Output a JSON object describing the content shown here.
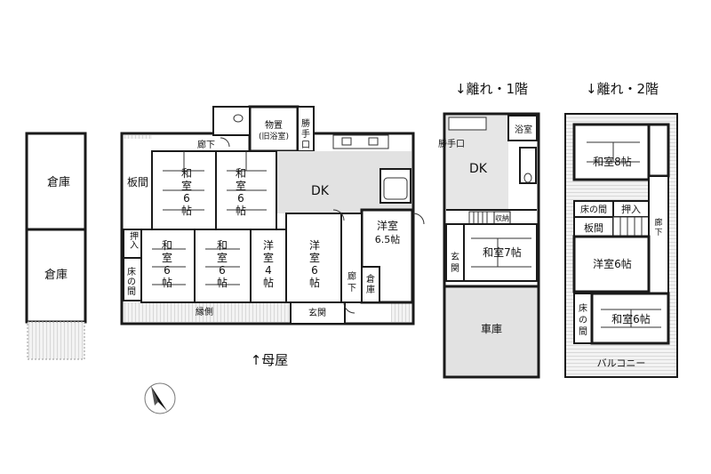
{
  "headings": {
    "main": "↑母屋",
    "annex1": "↓離れ・1階",
    "annex2": "↓離れ・2階"
  },
  "storage": {
    "top": "倉庫",
    "bottom": "倉庫"
  },
  "main_house": {
    "storage_old_bath_1": "物置",
    "storage_old_bath_2": "(旧浴室)",
    "kitchen_door_1": "勝",
    "kitchen_door_2": "手",
    "kitchen_door_3": "口",
    "corridor_top": "廊下",
    "itama": "板間",
    "washitsu_a_1": "和",
    "washitsu_a_2": "室",
    "washitsu_a_3": "6",
    "washitsu_a_4": "帖",
    "washitsu_b_1": "和",
    "washitsu_b_2": "室",
    "washitsu_b_3": "6",
    "washitsu_b_4": "帖",
    "dk": "DK",
    "oshiire": "押入",
    "tokonoma_1": "床",
    "tokonoma_2": "の",
    "tokonoma_3": "間",
    "washitsu_c_1": "和",
    "washitsu_c_2": "室",
    "washitsu_c_3": "6",
    "washitsu_c_4": "帖",
    "washitsu_d_1": "和",
    "washitsu_d_2": "室",
    "washitsu_d_3": "6",
    "washitsu_d_4": "帖",
    "youshitsu4_1": "洋",
    "youshitsu4_2": "室",
    "youshitsu4_3": "4",
    "youshitsu4_4": "帖",
    "youshitsu6_1": "洋",
    "youshitsu6_2": "室",
    "youshitsu6_3": "6",
    "youshitsu6_4": "帖",
    "youshitsu65_1": "洋室",
    "youshitsu65_2": "6.5帖",
    "corridor_side_1": "廊",
    "corridor_side_2": "下",
    "souko_small_1": "倉",
    "souko_small_2": "庫",
    "engawa": "縁側",
    "genkan": "玄関"
  },
  "annex_1f": {
    "kitchen_door": "勝手口",
    "bath": "浴室",
    "dk": "DK",
    "closet": "収納",
    "genkan_1": "玄",
    "genkan_2": "関",
    "washitsu7": "和室7帖",
    "garage": "車庫"
  },
  "annex_2f": {
    "washitsu8": "和室8帖",
    "tokonoma": "床の間",
    "oshiire": "押入",
    "itama": "板間",
    "corridor_1": "廊",
    "corridor_2": "下",
    "youshitsu6": "洋室6帖",
    "tokonoma2_1": "床",
    "tokonoma2_2": "の",
    "tokonoma2_3": "間",
    "washitsu6": "和室6帖",
    "balcony": "バルコニー"
  },
  "icons": {
    "north": "north-arrow-icon",
    "toilet": "toilet-icon",
    "bathtub": "bathtub-icon",
    "sink": "sink-icon",
    "stairs": "stairs-icon"
  }
}
